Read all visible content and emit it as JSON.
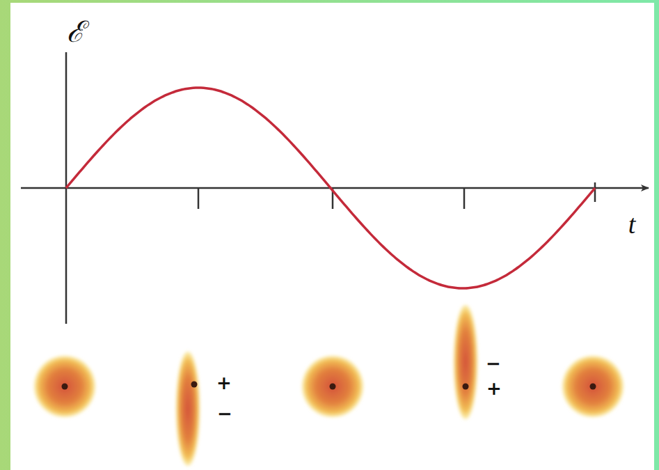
{
  "diagram": {
    "labels": [
      "ℰ",
      "t",
      "+",
      "−",
      "−",
      "+"
    ]
  }
}
